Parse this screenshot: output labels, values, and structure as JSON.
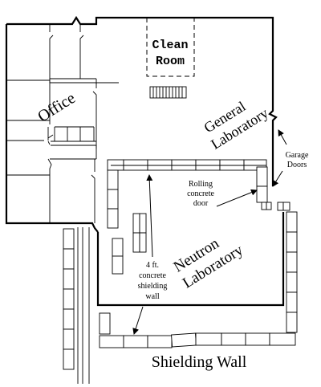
{
  "labels": {
    "clean_room_line1": "Clean",
    "clean_room_line2": "Room",
    "office": "Office",
    "general_lab_line1": "General",
    "general_lab_line2": "Laboratory",
    "garage_doors_line1": "Garage",
    "garage_doors_line2": "Doors",
    "rolling_door_line1": "Rolling",
    "rolling_door_line2": "concrete",
    "rolling_door_line3": "door",
    "neutron_lab_line1": "Neutron",
    "neutron_lab_line2": "Laboratory",
    "shielding_note_line1": "4 ft.",
    "shielding_note_line2": "concrete",
    "shielding_note_line3": "shielding",
    "shielding_note_line4": "wall",
    "shielding_wall": "Shielding Wall"
  }
}
